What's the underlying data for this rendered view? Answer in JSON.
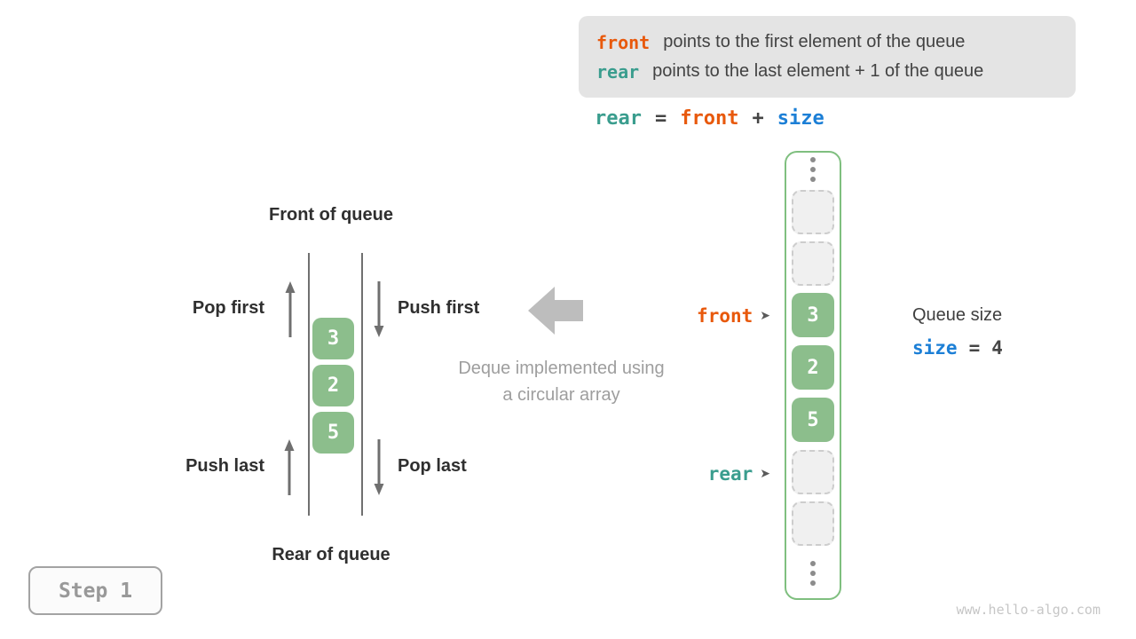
{
  "colors": {
    "front_keyword": "#e8590c",
    "rear_keyword": "#3a9d8e",
    "size_keyword": "#1c7fd6",
    "cell_green": "#8cbe8c",
    "array_border_green": "#7fbf7f",
    "caption_gray": "#9e9e9e",
    "big_arrow_gray": "#bdbdbd"
  },
  "legend": {
    "line1": {
      "keyword": "front",
      "text": "points to the first element of the queue"
    },
    "line2": {
      "keyword": "rear",
      "text": "points to the last element + 1 of the queue"
    }
  },
  "formula": {
    "lhs": "rear",
    "eq": "=",
    "op1": "front",
    "plus": "+",
    "op2": "size"
  },
  "deque_diagram": {
    "front_of_queue": "Front of queue",
    "rear_of_queue": "Rear of queue",
    "pop_first": "Pop first",
    "push_first": "Push first",
    "push_last": "Push last",
    "pop_last": "Pop last",
    "values": [
      "3",
      "2",
      "5"
    ]
  },
  "caption": {
    "line1": "Deque implemented using",
    "line2": "a circular array"
  },
  "array_column": {
    "cells": [
      {
        "value": "",
        "empty": true
      },
      {
        "value": "",
        "empty": true
      },
      {
        "value": "3",
        "empty": false
      },
      {
        "value": "2",
        "empty": false
      },
      {
        "value": "5",
        "empty": false
      },
      {
        "value": "",
        "empty": true
      },
      {
        "value": "",
        "empty": true
      }
    ],
    "front_pointer": "front",
    "rear_pointer": "rear",
    "pointer_arrow": "➤"
  },
  "queue_size": {
    "label": "Queue size",
    "var": "size",
    "eq": "=",
    "value": "4"
  },
  "step_badge": "Step 1",
  "watermark": "www.hello-algo.com"
}
